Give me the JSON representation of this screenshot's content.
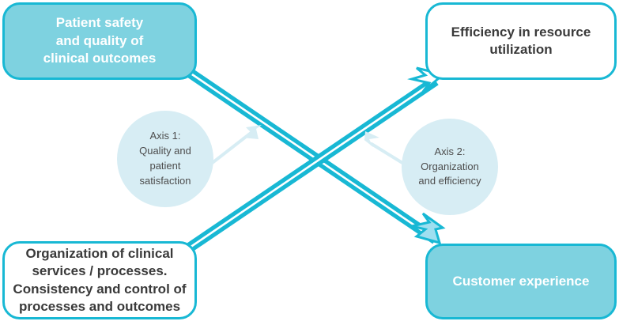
{
  "diagram": {
    "title": "Strategic axes diagram",
    "colors": {
      "accent_border": "#18b8d4",
      "accent_fill": "#7ed2e0",
      "circle_fill": "#d7edf4",
      "text_dark": "#3a3a3a",
      "text_light": "#ffffff",
      "background": "#ffffff"
    },
    "nodes": [
      {
        "id": "patient-safety",
        "label": "Patient safety\nand quality of\nclinical outcomes",
        "style": "filled"
      },
      {
        "id": "efficiency",
        "label": "Efficiency in resource\nutilization",
        "style": "hollow"
      },
      {
        "id": "organization",
        "label": "Organization of clinical\nservices / processes.\nConsistency and control of\nprocesses and outcomes",
        "style": "hollow"
      },
      {
        "id": "customer-experience",
        "label": "Customer experience",
        "style": "filled"
      }
    ],
    "circles": [
      {
        "id": "axis1",
        "label": "Axis 1:\nQuality and\npatient\nsatisfaction"
      },
      {
        "id": "axis2",
        "label": "Axis 2:\nOrganization\nand efficiency"
      }
    ],
    "connectors": [
      {
        "id": "patient-safety-to-customer-experience",
        "from": "patient-safety",
        "to": "customer-experience",
        "style": "thick-double-cyan-arrow"
      },
      {
        "id": "organization-to-efficiency",
        "from": "organization",
        "to": "efficiency",
        "style": "thick-double-cyan-arrow"
      },
      {
        "id": "axis1-pointer",
        "from": "axis1",
        "to": "organization-to-efficiency",
        "style": "thin-pale-arrow"
      },
      {
        "id": "axis2-pointer",
        "from": "axis2",
        "to": "patient-safety-to-customer-experience",
        "style": "thin-pale-arrow"
      }
    ]
  }
}
